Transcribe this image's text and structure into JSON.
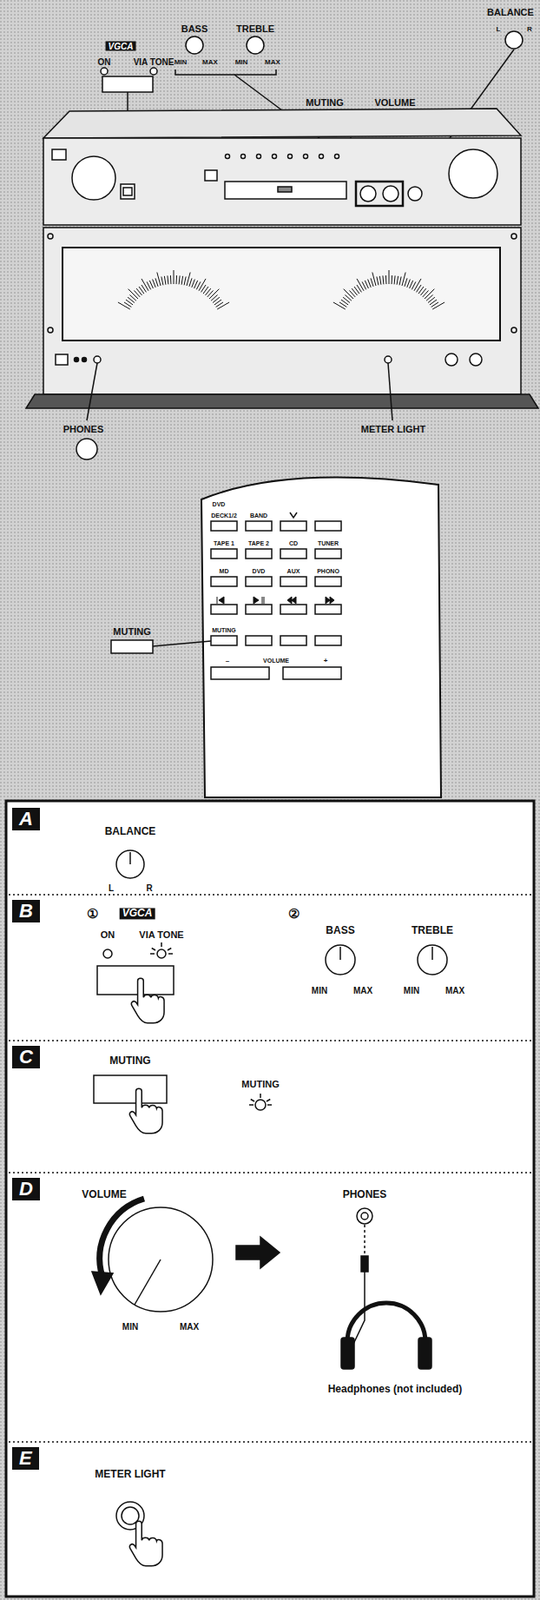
{
  "diagram": {
    "nodes": [
      {
        "text": [
          "A"
        ]
      },
      {
        "text": [
          "B"
        ]
      },
      {
        "text": [
          "C"
        ]
      },
      {
        "text": [
          "D"
        ]
      },
      {
        "text": [
          "E"
        ]
      }
    ],
    "labels": [
      "VGCA",
      "ON",
      "VIA TONE",
      "BASS",
      "TREBLE",
      "MIN",
      "MAX",
      "MIN",
      "MAX",
      "BALANCE",
      "L",
      "R",
      "MUTING",
      "VOLUME",
      "PHONES",
      "METER LIGHT",
      "DVD",
      "DECK1/2",
      "BAND",
      "TAPE 1",
      "TAPE 2",
      "CD",
      "TUNER",
      "MD",
      "DVD",
      "AUX",
      "PHONO",
      "MUTING",
      "–",
      "VOLUME",
      "+",
      "MUTING",
      "BALANCE",
      "L",
      "R",
      "①",
      "VGCA",
      "ON",
      "VIA TONE",
      "②",
      "BASS",
      "TREBLE",
      "MIN",
      "MAX",
      "MIN",
      "MAX",
      "MUTING",
      "MUTING",
      "VOLUME",
      "MIN",
      "MAX",
      "PHONES",
      "Headphones (not included)",
      "METER LIGHT"
    ]
  }
}
